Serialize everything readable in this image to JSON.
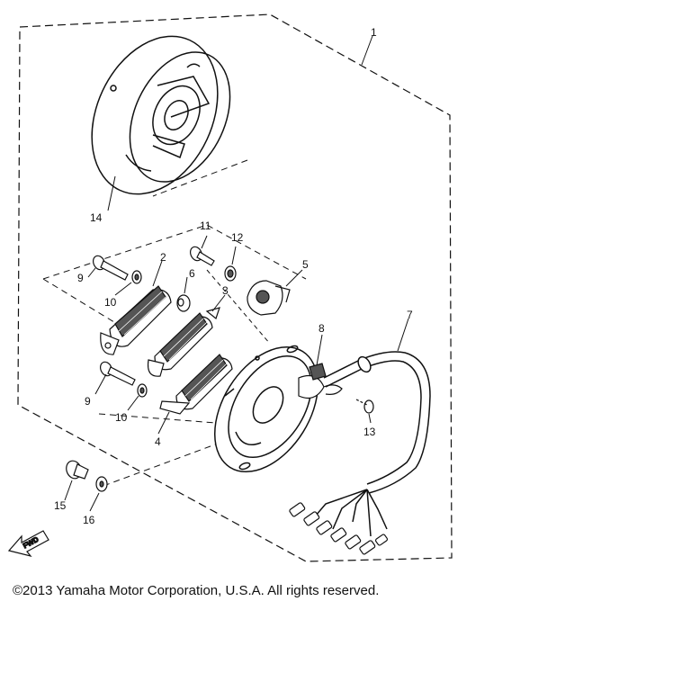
{
  "labels": {
    "l1": "1",
    "l2": "2",
    "l3": "3",
    "l4": "4",
    "l5": "5",
    "l6": "6",
    "l7": "7",
    "l8": "8",
    "l9a": "9",
    "l9b": "9",
    "l10a": "10",
    "l10b": "10",
    "l11": "11",
    "l12": "12",
    "l13": "13",
    "l14": "14",
    "l15": "15",
    "l16": "16"
  },
  "fwd_label": "FWD",
  "copyright": "©2013 Yamaha Motor Corporation, U.S.A. All rights reserved.",
  "colors": {
    "ink": "#111111",
    "background": "#ffffff"
  }
}
